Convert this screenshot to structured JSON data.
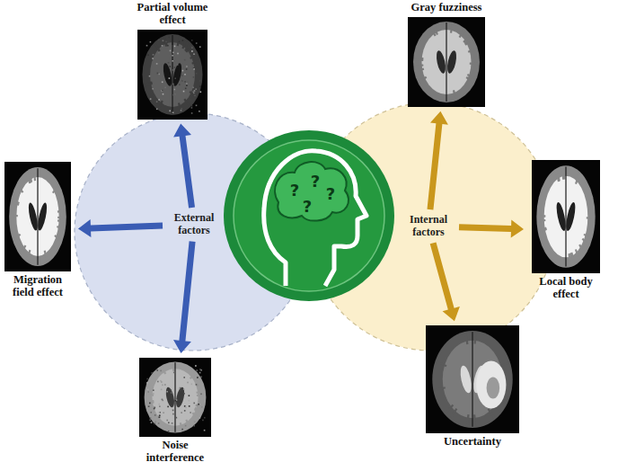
{
  "diagram": {
    "nodes": [
      {
        "text": [
          "External factors"
        ]
      },
      {
        "text": [
          "Partial volume effect"
        ]
      },
      {
        "text": [
          "Migration field effect"
        ]
      },
      {
        "text": [
          "Noise interference"
        ]
      },
      {
        "text": [
          "Internal factors"
        ]
      },
      {
        "text": [
          "Gray fuzziness"
        ]
      },
      {
        "text": [
          "Local body effect"
        ]
      },
      {
        "text": [
          "Uncertainty"
        ]
      }
    ],
    "edges": [
      {
        "from": 0,
        "to": 1,
        "arrow": "to"
      },
      {
        "from": 0,
        "to": 2,
        "arrow": "to"
      },
      {
        "from": 0,
        "to": 3,
        "arrow": "to"
      },
      {
        "from": 4,
        "to": 5,
        "arrow": "to"
      },
      {
        "from": 4,
        "to": 6,
        "arrow": "to"
      },
      {
        "from": 4,
        "to": 7,
        "arrow": "to"
      }
    ],
    "labels": [
      "?",
      "?",
      "?",
      "?"
    ]
  }
}
